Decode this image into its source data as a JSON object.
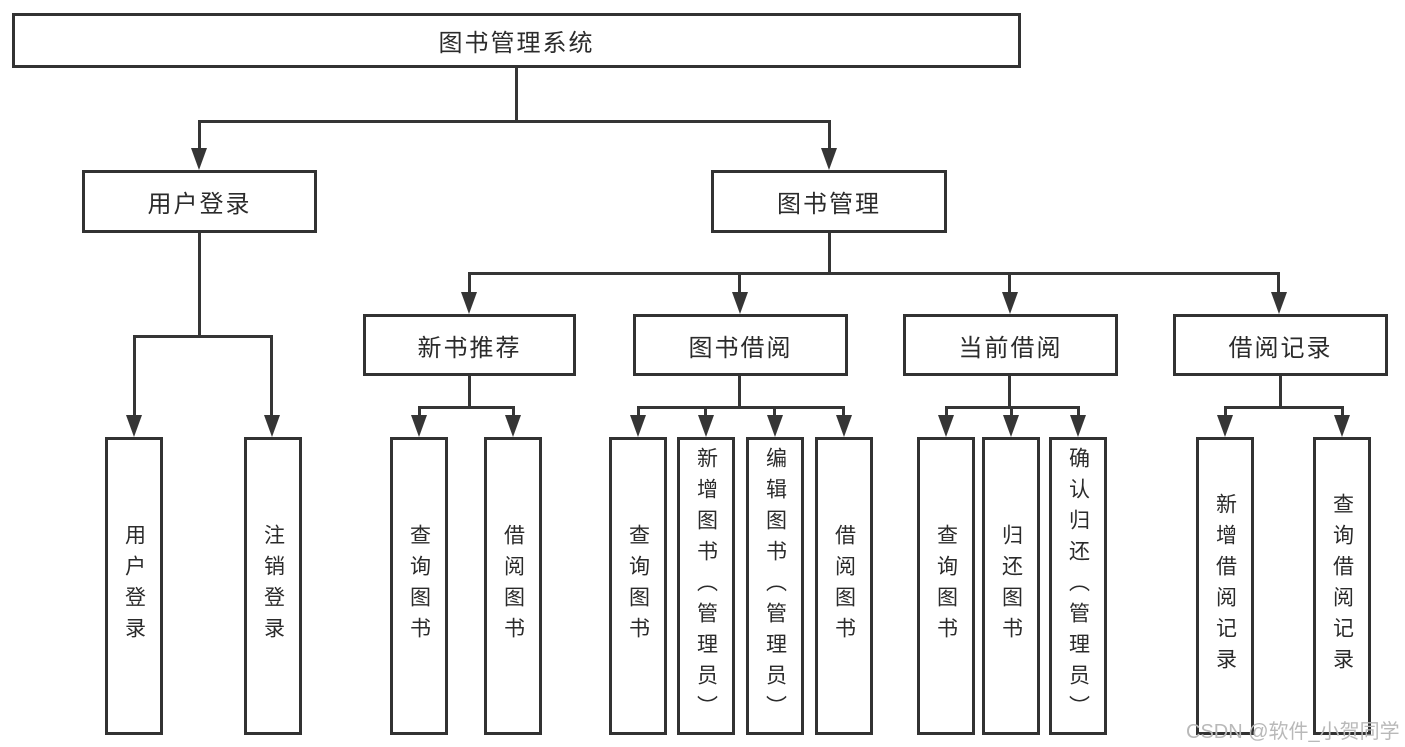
{
  "chart": {
    "type": "tree-diagram",
    "root": {
      "label": "图书管理系统",
      "children": [
        {
          "label": "用户登录",
          "children": [
            {
              "label": "用户登录"
            },
            {
              "label": "注销登录"
            }
          ]
        },
        {
          "label": "图书管理",
          "children": [
            {
              "label": "新书推荐",
              "children": [
                {
                  "label": "查询图书"
                },
                {
                  "label": "借阅图书"
                }
              ]
            },
            {
              "label": "图书借阅",
              "children": [
                {
                  "label": "查询图书"
                },
                {
                  "label": "新增图书（管理员）"
                },
                {
                  "label": "编辑图书（管理员）"
                },
                {
                  "label": "借阅图书"
                }
              ]
            },
            {
              "label": "当前借阅",
              "children": [
                {
                  "label": "查询图书"
                },
                {
                  "label": "归还图书"
                },
                {
                  "label": "确认归还（管理员）"
                }
              ]
            },
            {
              "label": "借阅记录",
              "children": [
                {
                  "label": "新增借阅记录"
                },
                {
                  "label": "查询借阅记录"
                }
              ]
            }
          ]
        }
      ]
    },
    "colors": {
      "line": "#353535",
      "box_border": "#323232",
      "text": "#2b2b2b",
      "background": "#ffffff",
      "watermark": "#b9b9b9"
    }
  },
  "watermark": {
    "text": "CSDN @软件_小贺同学"
  }
}
